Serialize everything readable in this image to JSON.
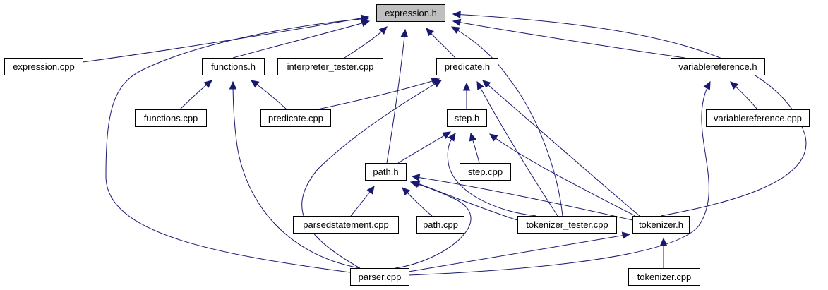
{
  "diagram": {
    "type": "include-dependency-graph",
    "colors": {
      "edge": "#191970",
      "focus_node_fill": "#bfbfbf",
      "node_fill": "#ffffff",
      "node_border": "#000000"
    },
    "focus_node": "expression_h",
    "nodes": [
      {
        "id": "expression_h",
        "label": "expression.h",
        "focus": true
      },
      {
        "id": "expression_cpp",
        "label": "expression.cpp"
      },
      {
        "id": "functions_h",
        "label": "functions.h"
      },
      {
        "id": "interpreter_tester_cpp",
        "label": "interpreter_tester.cpp"
      },
      {
        "id": "predicate_h",
        "label": "predicate.h"
      },
      {
        "id": "variablereference_h",
        "label": "variablereference.h"
      },
      {
        "id": "functions_cpp",
        "label": "functions.cpp"
      },
      {
        "id": "predicate_cpp",
        "label": "predicate.cpp"
      },
      {
        "id": "step_h",
        "label": "step.h"
      },
      {
        "id": "variablereference_cpp",
        "label": "variablereference.cpp"
      },
      {
        "id": "path_h",
        "label": "path.h"
      },
      {
        "id": "step_cpp",
        "label": "step.cpp"
      },
      {
        "id": "parsedstatement_cpp",
        "label": "parsedstatement.cpp"
      },
      {
        "id": "path_cpp",
        "label": "path.cpp"
      },
      {
        "id": "tokenizer_tester_cpp",
        "label": "tokenizer_tester.cpp"
      },
      {
        "id": "tokenizer_h",
        "label": "tokenizer.h"
      },
      {
        "id": "parser_cpp",
        "label": "parser.cpp"
      },
      {
        "id": "tokenizer_cpp",
        "label": "tokenizer.cpp"
      }
    ],
    "edges": [
      {
        "from": "expression_cpp",
        "to": "expression_h"
      },
      {
        "from": "functions_h",
        "to": "expression_h"
      },
      {
        "from": "interpreter_tester_cpp",
        "to": "expression_h"
      },
      {
        "from": "predicate_h",
        "to": "expression_h"
      },
      {
        "from": "variablereference_h",
        "to": "expression_h"
      },
      {
        "from": "parser_cpp",
        "to": "expression_h"
      },
      {
        "from": "path_h",
        "to": "expression_h"
      },
      {
        "from": "tokenizer_tester_cpp",
        "to": "expression_h"
      },
      {
        "from": "tokenizer_h",
        "to": "expression_h"
      },
      {
        "from": "functions_cpp",
        "to": "functions_h"
      },
      {
        "from": "predicate_cpp",
        "to": "functions_h"
      },
      {
        "from": "parser_cpp",
        "to": "functions_h"
      },
      {
        "from": "predicate_cpp",
        "to": "predicate_h"
      },
      {
        "from": "step_h",
        "to": "predicate_h"
      },
      {
        "from": "parser_cpp",
        "to": "predicate_h"
      },
      {
        "from": "tokenizer_tester_cpp",
        "to": "predicate_h"
      },
      {
        "from": "tokenizer_h",
        "to": "predicate_h"
      },
      {
        "from": "variablereference_cpp",
        "to": "variablereference_h"
      },
      {
        "from": "parser_cpp",
        "to": "variablereference_h"
      },
      {
        "from": "path_h",
        "to": "step_h"
      },
      {
        "from": "step_cpp",
        "to": "step_h"
      },
      {
        "from": "tokenizer_tester_cpp",
        "to": "step_h"
      },
      {
        "from": "tokenizer_h",
        "to": "step_h"
      },
      {
        "from": "parsedstatement_cpp",
        "to": "path_h"
      },
      {
        "from": "path_cpp",
        "to": "path_h"
      },
      {
        "from": "parser_cpp",
        "to": "path_h"
      },
      {
        "from": "tokenizer_tester_cpp",
        "to": "path_h"
      },
      {
        "from": "tokenizer_h",
        "to": "path_h"
      },
      {
        "from": "parser_cpp",
        "to": "tokenizer_h"
      },
      {
        "from": "tokenizer_cpp",
        "to": "tokenizer_h"
      }
    ]
  }
}
